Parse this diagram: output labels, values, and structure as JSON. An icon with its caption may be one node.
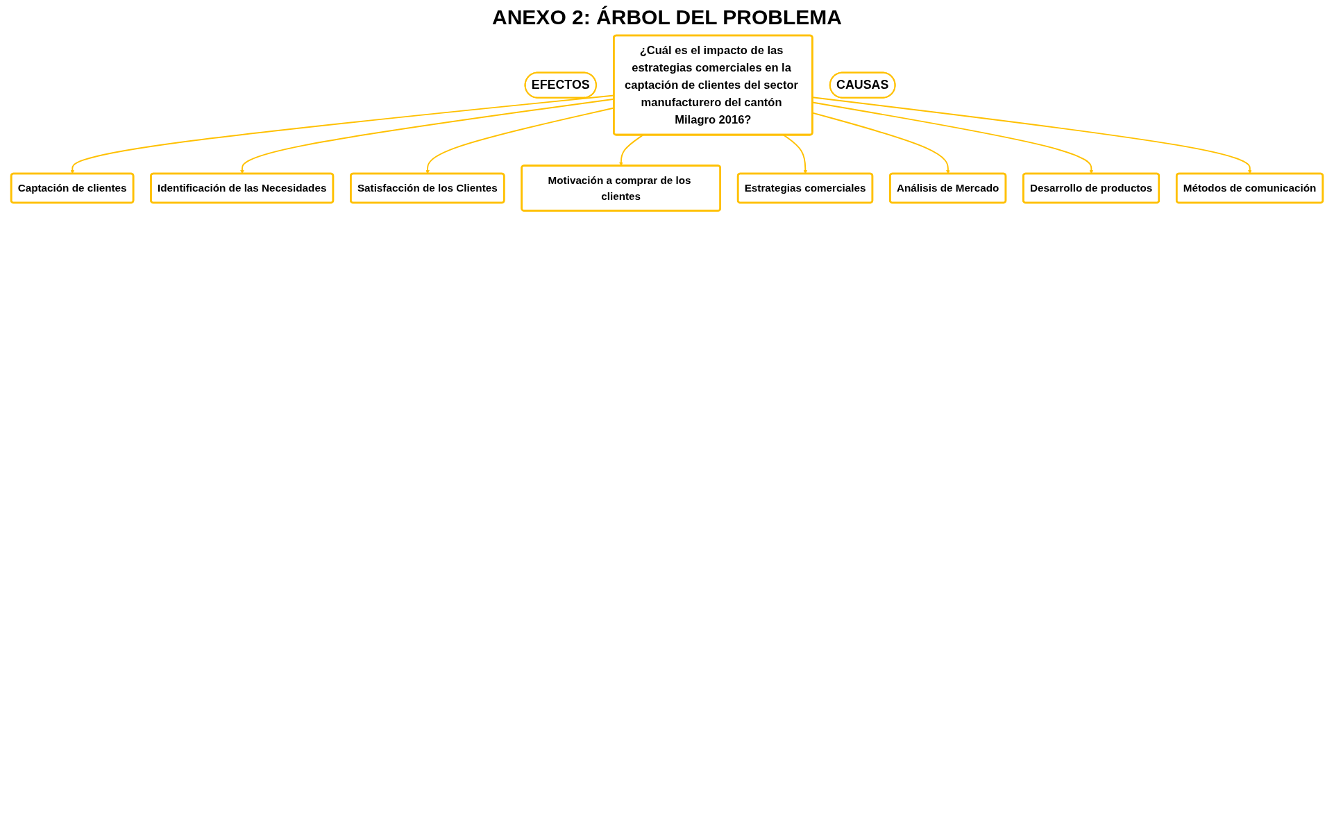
{
  "diagram": {
    "title": "ANEXO 2: ÁRBOL DEL PROBLEMA",
    "nodes": [
      {
        "text": [
          "EFECTOS"
        ]
      },
      {
        "text": [
          "Captación de clientes"
        ]
      },
      {
        "text": [
          "Identificación de las Necesidades"
        ]
      },
      {
        "text": [
          "Satisfacción de los Clientes"
        ]
      },
      {
        "text": [
          "Motivación a comprar de los clientes"
        ]
      },
      {
        "text": [
          "¿Cuál es el impacto de las estrategias comerciales en la captación de clientes del sector manufacturero del cantón Milagro 2016?"
        ]
      },
      {
        "text": [
          "Estrategias comerciales"
        ]
      },
      {
        "text": [
          "Análisis de Mercado"
        ]
      },
      {
        "text": [
          "Desarrollo de productos"
        ]
      },
      {
        "text": [
          "Métodos de comunicación"
        ]
      },
      {
        "text": [
          "CAUSAS"
        ]
      }
    ],
    "edges": [
      {
        "from": 5,
        "to": 1,
        "arrow": "to"
      },
      {
        "from": 5,
        "to": 2,
        "arrow": "to"
      },
      {
        "from": 5,
        "to": 3,
        "arrow": "to"
      },
      {
        "from": 5,
        "to": 4,
        "arrow": "to"
      },
      {
        "from": 5,
        "to": 6,
        "arrow": "to"
      },
      {
        "from": 5,
        "to": 7,
        "arrow": "to"
      },
      {
        "from": 5,
        "to": 8,
        "arrow": "to"
      },
      {
        "from": 5,
        "to": 9,
        "arrow": "to"
      }
    ]
  }
}
